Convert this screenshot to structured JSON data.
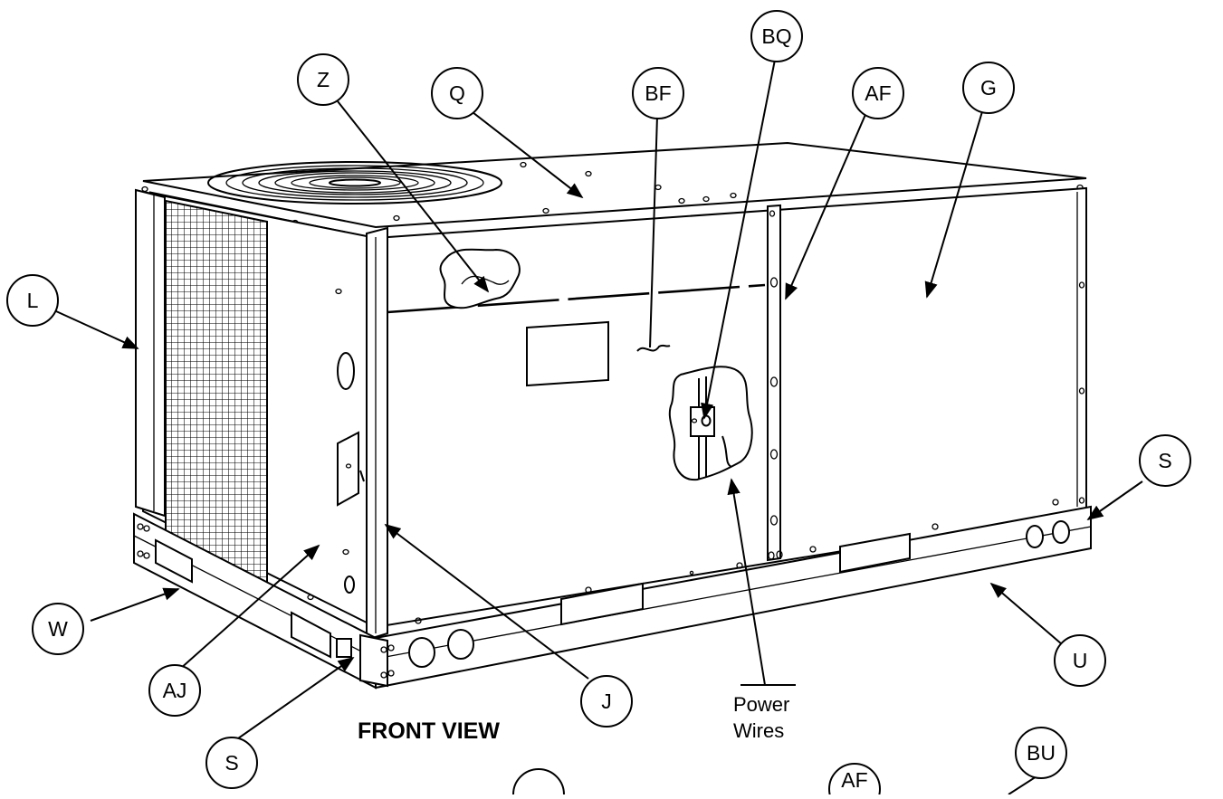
{
  "title": "FRONT VIEW",
  "power_wires_label": [
    "Power",
    "Wires"
  ],
  "callouts": [
    {
      "id": "Z",
      "label": "Z"
    },
    {
      "id": "Q",
      "label": "Q"
    },
    {
      "id": "BF",
      "label": "BF"
    },
    {
      "id": "BQ",
      "label": "BQ"
    },
    {
      "id": "AF",
      "label": "AF"
    },
    {
      "id": "G",
      "label": "G"
    },
    {
      "id": "L",
      "label": "L"
    },
    {
      "id": "S_right",
      "label": "S"
    },
    {
      "id": "W",
      "label": "W"
    },
    {
      "id": "U",
      "label": "U"
    },
    {
      "id": "AJ",
      "label": "AJ"
    },
    {
      "id": "J",
      "label": "J"
    },
    {
      "id": "S_bottom",
      "label": "S"
    },
    {
      "id": "AF_partial",
      "label": "AF"
    },
    {
      "id": "BU_partial",
      "label": "BU"
    }
  ]
}
